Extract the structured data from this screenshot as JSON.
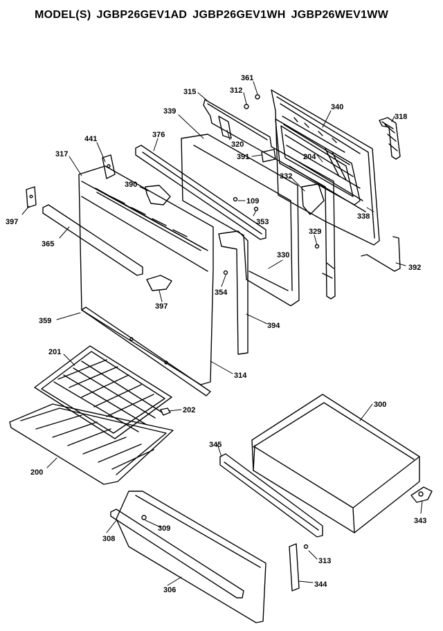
{
  "header": {
    "prefix": "MODEL(S)",
    "models": [
      "JGBP26GEV1AD",
      "JGBP26GEV1WH",
      "JGBP26WEV1WW"
    ]
  },
  "parts": [
    {
      "id": "p361",
      "number": "361"
    },
    {
      "id": "p312",
      "number": "312"
    },
    {
      "id": "p315",
      "number": "315"
    },
    {
      "id": "p340",
      "number": "340"
    },
    {
      "id": "p318",
      "number": "318"
    },
    {
      "id": "p339",
      "number": "339"
    },
    {
      "id": "p320",
      "number": "320"
    },
    {
      "id": "p376",
      "number": "376"
    },
    {
      "id": "p441",
      "number": "441"
    },
    {
      "id": "p391",
      "number": "391"
    },
    {
      "id": "p204",
      "number": "204"
    },
    {
      "id": "p317",
      "number": "317"
    },
    {
      "id": "p390",
      "number": "390"
    },
    {
      "id": "p332",
      "number": "332"
    },
    {
      "id": "p109",
      "number": "109"
    },
    {
      "id": "p397a",
      "number": "397"
    },
    {
      "id": "p353",
      "number": "353"
    },
    {
      "id": "p338",
      "number": "338"
    },
    {
      "id": "p329",
      "number": "329"
    },
    {
      "id": "p365",
      "number": "365"
    },
    {
      "id": "p330",
      "number": "330"
    },
    {
      "id": "p392",
      "number": "392"
    },
    {
      "id": "p354",
      "number": "354"
    },
    {
      "id": "p397b",
      "number": "397"
    },
    {
      "id": "p359",
      "number": "359"
    },
    {
      "id": "p394",
      "number": "394"
    },
    {
      "id": "p201",
      "number": "201"
    },
    {
      "id": "p314",
      "number": "314"
    },
    {
      "id": "p300",
      "number": "300"
    },
    {
      "id": "p202",
      "number": "202"
    },
    {
      "id": "p345",
      "number": "345"
    },
    {
      "id": "p200",
      "number": "200"
    },
    {
      "id": "p343",
      "number": "343"
    },
    {
      "id": "p308",
      "number": "308"
    },
    {
      "id": "p309",
      "number": "309"
    },
    {
      "id": "p313",
      "number": "313"
    },
    {
      "id": "p306",
      "number": "306"
    },
    {
      "id": "p344",
      "number": "344"
    }
  ]
}
